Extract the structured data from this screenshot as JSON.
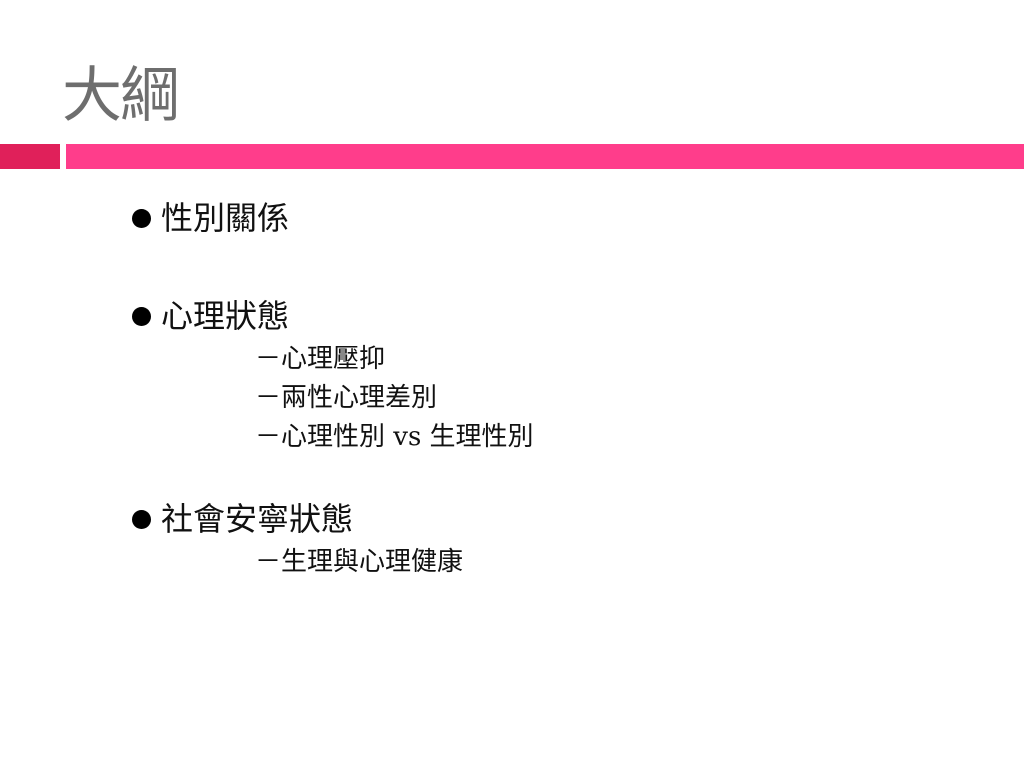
{
  "slide": {
    "title": "大綱",
    "accent_colors": {
      "bar_left": "#e0205a",
      "bar_right": "#ff3d8b"
    },
    "bullets": [
      {
        "label": "性別關係",
        "subitems": []
      },
      {
        "label": "心理狀態",
        "subitems": [
          "－心理壓抑",
          "－兩性心理差別",
          "－心理性別 vs 生理性別"
        ]
      },
      {
        "label": "社會安寧狀態",
        "subitems": [
          "－生理與心理健康"
        ]
      }
    ]
  }
}
